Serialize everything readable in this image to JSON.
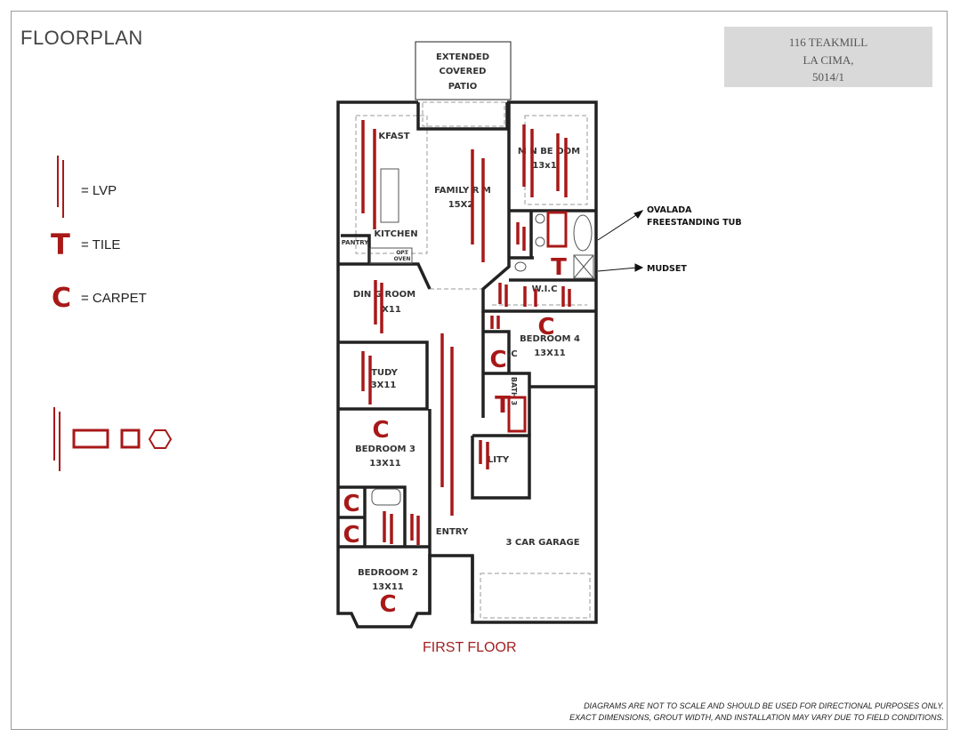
{
  "title": "FLOORPLAN",
  "address": {
    "line1": "116 TEAKMILL",
    "line2": "LA CIMA,",
    "line3": "5014/1"
  },
  "legend": {
    "lvp": {
      "symbol": "double-line",
      "label": "= LVP"
    },
    "tile": {
      "symbol": "T",
      "label": "= TILE"
    },
    "carpet": {
      "symbol": "C",
      "label": "= CARPET"
    },
    "tile_pattern_icons": [
      "vertical-lines-icon",
      "rectangle-tile-icon",
      "square-tile-icon",
      "hexagon-tile-icon"
    ]
  },
  "plan": {
    "patio": [
      "EXTENDED",
      "COVERED",
      "PATIO"
    ],
    "rooms": {
      "breakfast": "KFAST",
      "kitchen": "KITCHEN",
      "pantry": "PANTRY",
      "opt_oven": [
        "OPT",
        "OVEN"
      ],
      "family": "FAMILY R  M",
      "family_dim": "15X2",
      "master": "M   N BE   OOM",
      "master_dim": "13x1",
      "wic": "W.I.C",
      "dining": "DIN  G ROOM",
      "dining_dim": "X11",
      "bedroom4": "BEDROOM 4",
      "bedroom4_dim": "13X11",
      "wic4": ".C",
      "study": "TUDY",
      "study_dim": "3X11",
      "bath3": "BATH 3",
      "bedroom3": "BEDROOM 3",
      "bedroom3_dim": "13X11",
      "utility": "  LITY",
      "entry": "ENTRY",
      "garage": "3 CAR GARAGE",
      "bedroom2": "BEDROOM 2",
      "bedroom2_dim": "13X11"
    },
    "tile_mark": "T",
    "carpet_mark": "C",
    "callouts": {
      "tub": [
        "OVALADA",
        "FREESTANDING TUB"
      ],
      "mudset": "MUDSET"
    },
    "floor_label": "FIRST FLOOR"
  },
  "footer": [
    "DIAGRAMS ARE NOT TO SCALE AND SHOULD BE USED FOR DIRECTIONAL PURPOSES ONLY.",
    "EXACT DIMENSIONS, GROUT WIDTH, AND INSTALLATION MAY VARY DUE TO FIELD CONDITIONS."
  ],
  "colors": {
    "marker": "#a81818",
    "wall": "#222222",
    "address_bg": "#d9d9d9"
  }
}
